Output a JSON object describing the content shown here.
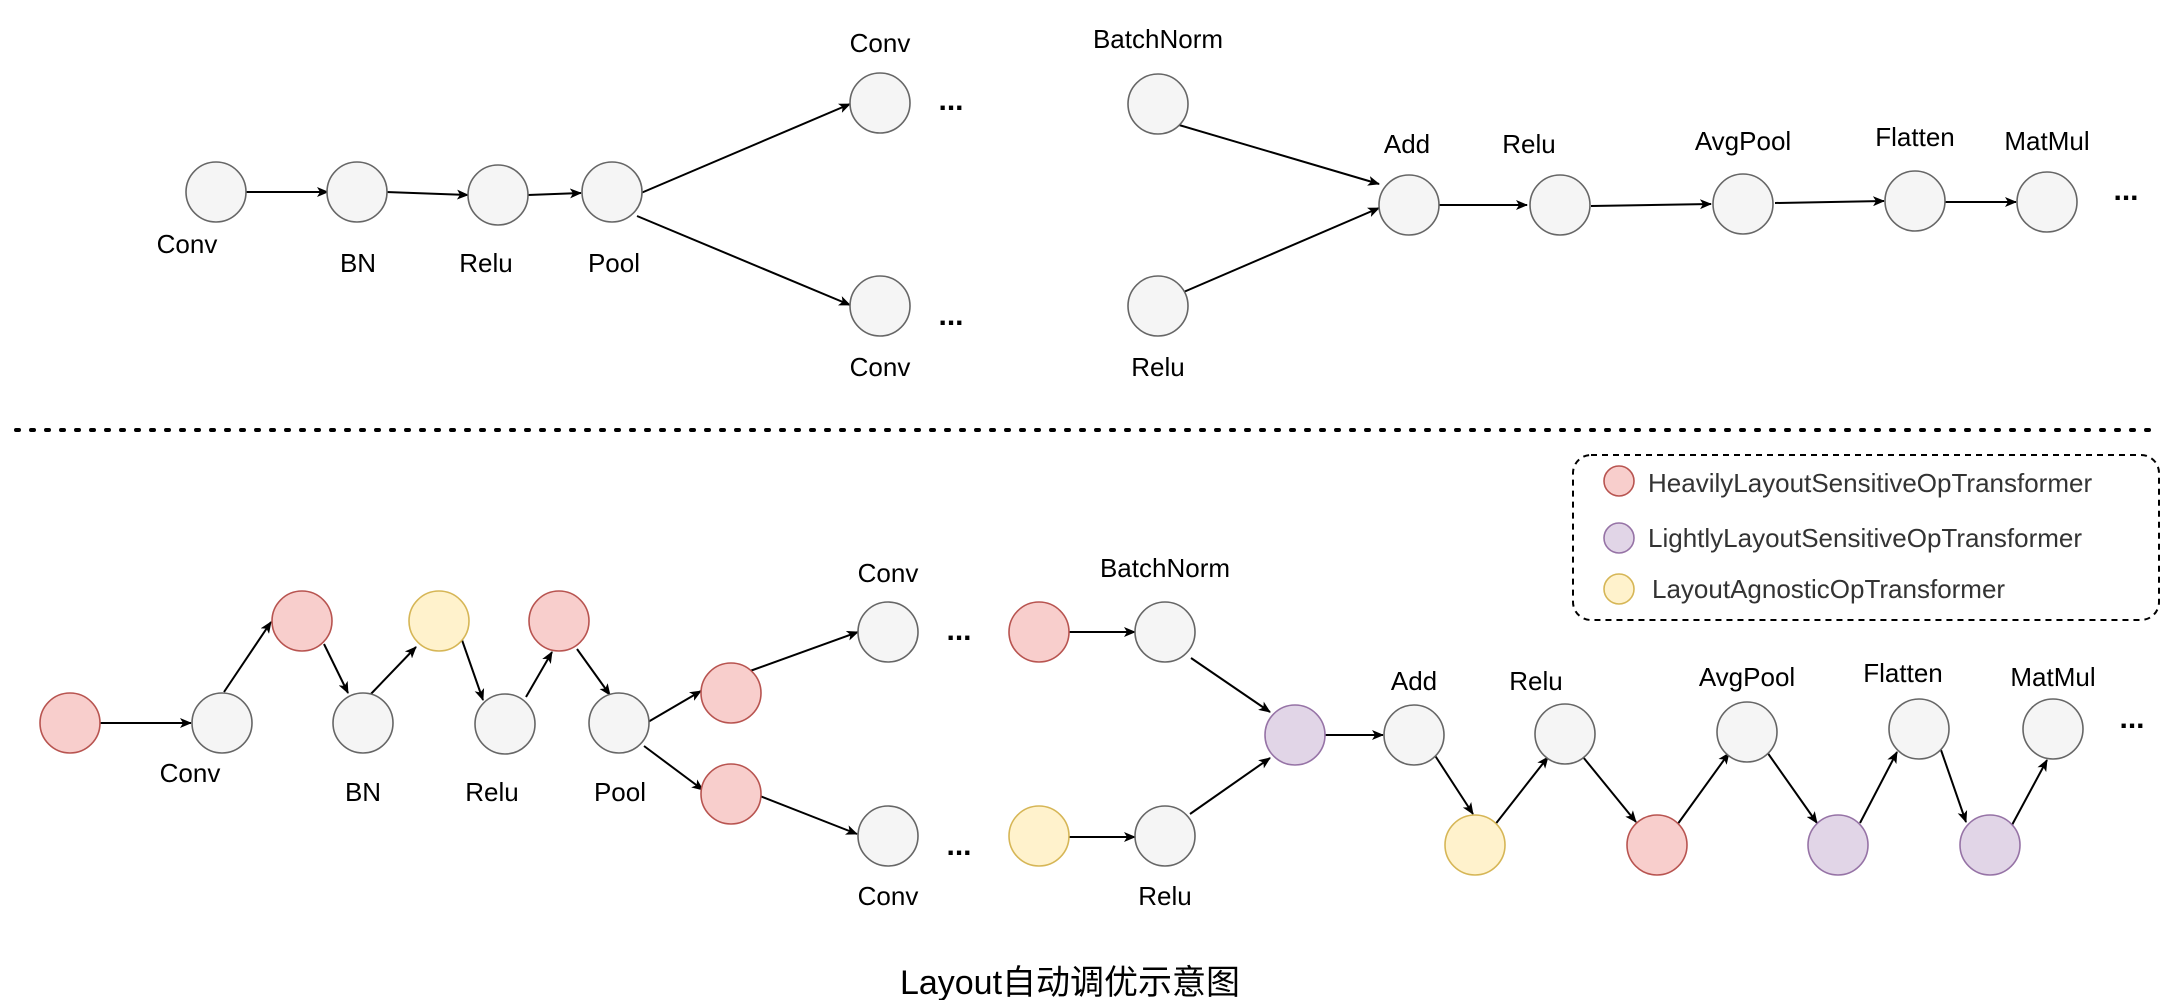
{
  "colors": {
    "neutral_fill": "#f5f5f5",
    "neutral_stroke": "#666666",
    "heavy_fill": "#f8cecc",
    "heavy_stroke": "#b85450",
    "light_fill": "#e1d5e7",
    "light_stroke": "#9673a6",
    "agnostic_fill": "#fff2cc",
    "agnostic_stroke": "#d6b656"
  },
  "top_graph": {
    "labels": {
      "conv": "Conv",
      "bn": "BN",
      "relu": "Relu",
      "pool": "Pool",
      "conv_upper": "Conv",
      "conv_lower": "Conv",
      "batchnorm": "BatchNorm",
      "relu_branch": "Relu",
      "add": "Add",
      "relu_after_add": "Relu",
      "avgpool": "AvgPool",
      "flatten": "Flatten",
      "matmul": "MatMul"
    },
    "ellipsis": "..."
  },
  "bottom_graph": {
    "labels": {
      "conv": "Conv",
      "bn": "BN",
      "relu": "Relu",
      "pool": "Pool",
      "conv_upper": "Conv",
      "conv_lower": "Conv",
      "batchnorm": "BatchNorm",
      "relu_branch": "Relu",
      "add": "Add",
      "relu_after_add": "Relu",
      "avgpool": "AvgPool",
      "flatten": "Flatten",
      "matmul": "MatMul"
    },
    "ellipsis": "..."
  },
  "legend": {
    "heavy": "HeavilyLayoutSensitiveOpTransformer",
    "light": "LightlyLayoutSensitiveOpTransformer",
    "agnostic": "LayoutAgnosticOpTransformer"
  },
  "caption": "Layout自动调优示意图"
}
